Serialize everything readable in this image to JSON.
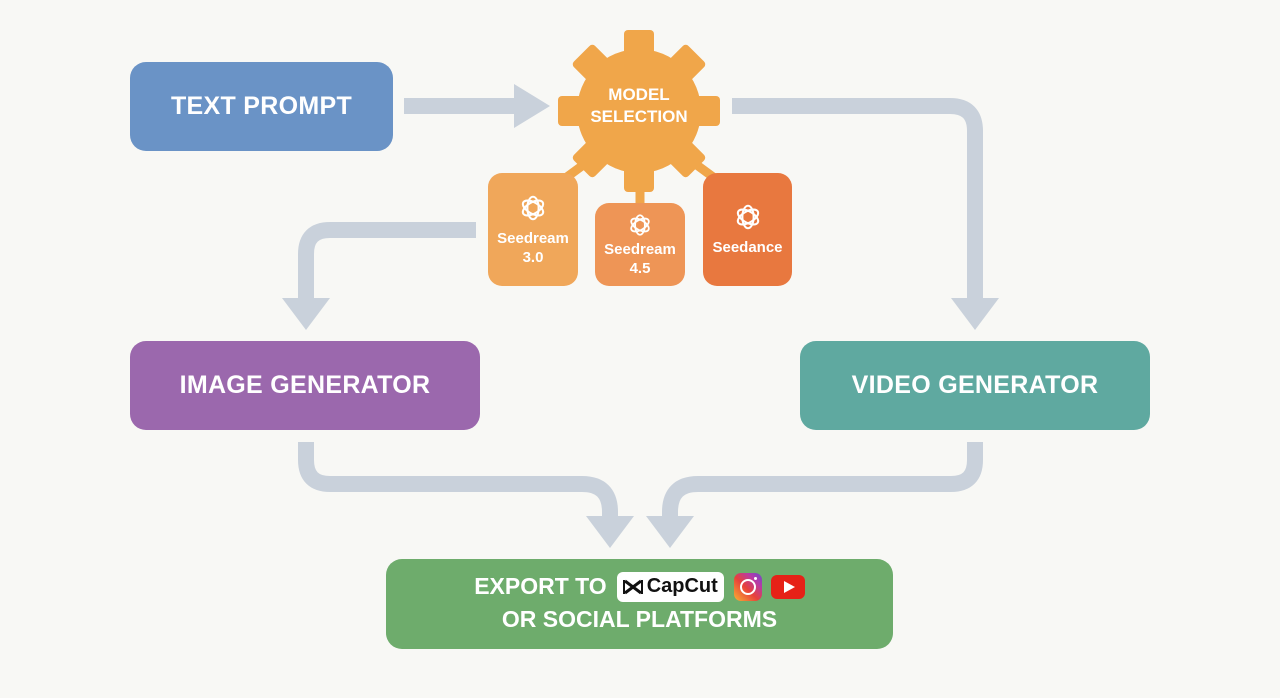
{
  "diagram": {
    "text_prompt": "TEXT PROMPT",
    "model_selection": {
      "line1": "MODEL",
      "line2": "SELECTION"
    },
    "models": [
      {
        "line1": "Seedream",
        "line2": "3.0",
        "icon": "openai-knot-icon",
        "color": "#f0a75a"
      },
      {
        "line1": "Seedream",
        "line2": "4.5",
        "icon": "openai-knot-icon",
        "color": "#ee9556"
      },
      {
        "line1": "Seedance",
        "line2": "",
        "icon": "openai-knot-icon",
        "color": "#e8783f"
      }
    ],
    "image_generator": "IMAGE GENERATOR",
    "video_generator": "VIDEO GENERATOR",
    "export": {
      "line1": "EXPORT TO",
      "capcut": "CapCut",
      "line2": "OR SOCIAL PLATFORMS",
      "icons": [
        "capcut-logo-icon",
        "instagram-icon",
        "youtube-icon"
      ]
    }
  },
  "colors": {
    "text_prompt": "#6a93c6",
    "gear": "#f0a64a",
    "image_generator": "#9b68ad",
    "video_generator": "#5fa9a0",
    "export": "#6eac6c",
    "arrow": "#c9d1db"
  }
}
